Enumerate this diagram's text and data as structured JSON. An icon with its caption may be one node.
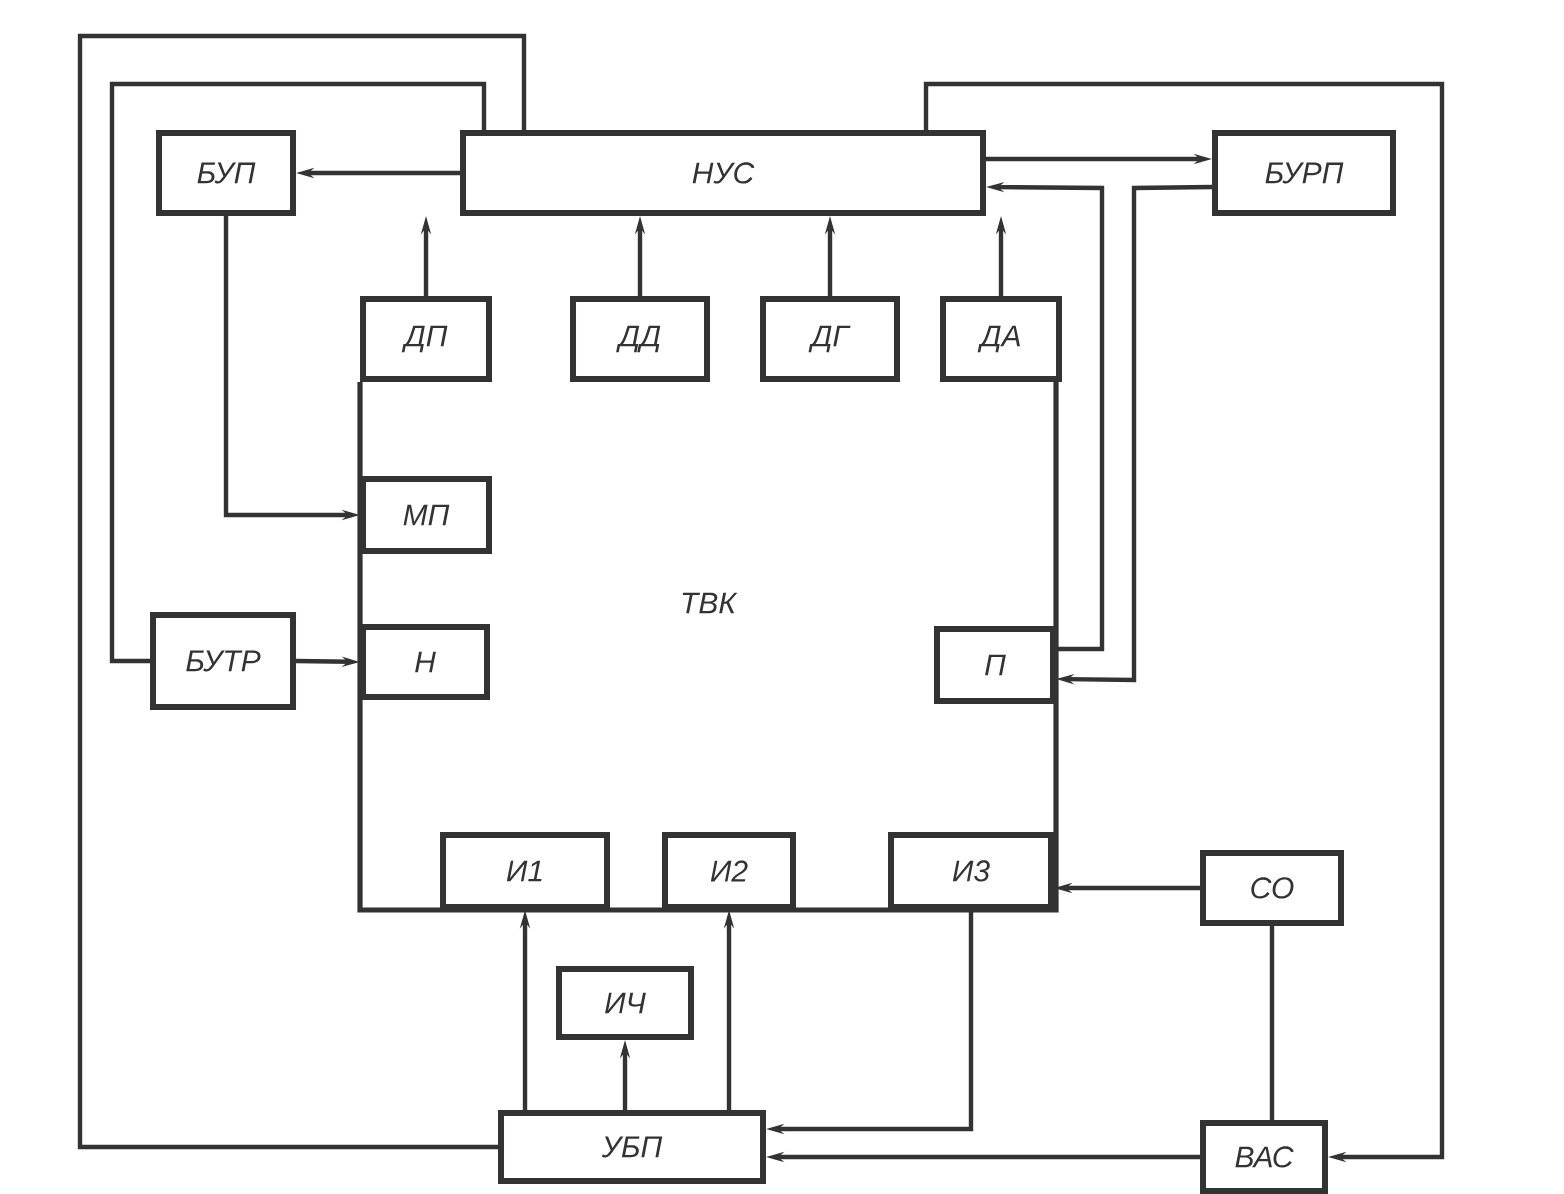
{
  "diagram": {
    "nodes": [
      {
        "text": [
          "БУП"
        ]
      },
      {
        "text": [
          "НУС"
        ]
      },
      {
        "text": [
          "БУРП"
        ]
      },
      {
        "text": [
          "ТВК"
        ]
      },
      {
        "text": [
          "ДП"
        ]
      },
      {
        "text": [
          "ДД"
        ]
      },
      {
        "text": [
          "ДГ"
        ]
      },
      {
        "text": [
          "ДА"
        ]
      },
      {
        "text": [
          "МП"
        ],
        "in": 3
      },
      {
        "text": [
          "БУТР"
        ]
      },
      {
        "text": [
          "Н"
        ],
        "in": 3
      },
      {
        "text": [
          "П"
        ],
        "in": 3
      },
      {
        "text": [
          "И1"
        ],
        "in": 3
      },
      {
        "text": [
          "И2"
        ],
        "in": 3
      },
      {
        "text": [
          "И3"
        ],
        "in": 3
      },
      {
        "text": [
          "СО"
        ]
      },
      {
        "text": [
          "ИЧ"
        ]
      },
      {
        "text": [
          "УБП"
        ]
      },
      {
        "text": [
          "ВАС"
        ]
      }
    ],
    "edges": [
      {
        "from": 1,
        "to": 0,
        "arrow": "to"
      },
      {
        "from": 4,
        "to": 1,
        "arrow": "to"
      },
      {
        "from": 5,
        "to": 1,
        "arrow": "to"
      },
      {
        "from": 6,
        "to": 1,
        "arrow": "to"
      },
      {
        "from": 7,
        "to": 1,
        "arrow": "to"
      },
      {
        "from": 0,
        "to": 8,
        "arrow": "to"
      },
      {
        "from": 1,
        "to": 2,
        "arrow": "to"
      },
      {
        "from": 11,
        "to": 1,
        "arrow": "to"
      },
      {
        "from": 2,
        "to": 11,
        "arrow": "to"
      },
      {
        "from": 1,
        "to": 17,
        "arrow": "none"
      },
      {
        "from": 1,
        "to": 9,
        "arrow": "none"
      },
      {
        "from": 9,
        "to": 10,
        "arrow": "to"
      },
      {
        "from": 1,
        "to": 18,
        "arrow": "to"
      },
      {
        "from": 15,
        "to": 14,
        "arrow": "to"
      },
      {
        "from": 15,
        "to": 18,
        "arrow": "none"
      },
      {
        "from": 18,
        "to": 17,
        "arrow": "to"
      },
      {
        "from": 14,
        "to": 17,
        "arrow": "to"
      },
      {
        "from": 17,
        "to": 12,
        "arrow": "to"
      },
      {
        "from": 17,
        "to": 16,
        "arrow": "to"
      },
      {
        "from": 17,
        "to": 13,
        "arrow": "to"
      }
    ]
  }
}
